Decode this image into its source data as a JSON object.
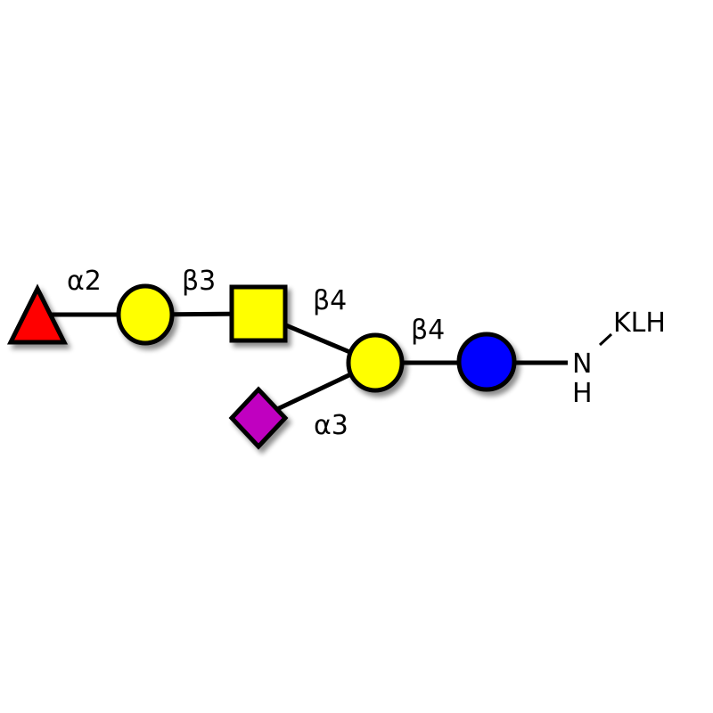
{
  "colors": {
    "fucose": "#ff0000",
    "galactose": "#ffff00",
    "galnac": "#ffff00",
    "glucose": "#0000ff",
    "neu5ac": "#c000c0",
    "outline": "#000000"
  },
  "nodes": [
    {
      "id": "fuc",
      "shape": "triangle",
      "icon": "red-triangle-fucose"
    },
    {
      "id": "gal1",
      "shape": "circle",
      "icon": "yellow-circle-galactose"
    },
    {
      "id": "galnac",
      "shape": "square",
      "icon": "yellow-square-galnac"
    },
    {
      "id": "gal2",
      "shape": "circle",
      "icon": "yellow-circle-galactose"
    },
    {
      "id": "glc",
      "shape": "circle",
      "icon": "blue-circle-glucose"
    },
    {
      "id": "neuac",
      "shape": "diamond",
      "icon": "purple-diamond-sialic-acid"
    }
  ],
  "linkages": {
    "fuc_gal1": "α2",
    "gal1_galnac": "β3",
    "galnac_gal2": "β4",
    "gal2_glc": "β4",
    "neuac_gal2": "α3"
  },
  "aglycone": {
    "n": "N",
    "h": "H",
    "carrier": "KLH"
  }
}
